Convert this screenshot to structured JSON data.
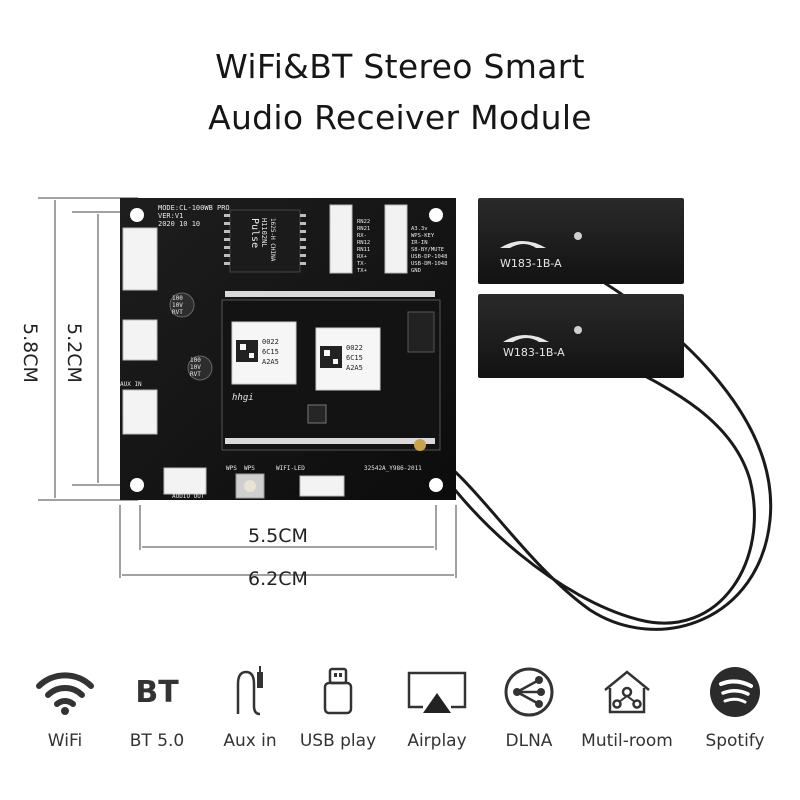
{
  "title": {
    "line1": "WiFi&BT Stereo Smart",
    "line2": "Audio Receiver Module"
  },
  "dimensions": {
    "outer_height": "5.8CM",
    "inner_height": "5.2CM",
    "inner_width": "5.5CM",
    "outer_width": "6.2CM"
  },
  "board": {
    "model": "MODE:CL-100WB PRO",
    "version": "VER:V1",
    "date": "2020 10 10",
    "transformer_brand": "Pulse",
    "transformer_part": "H1102NL",
    "transformer_origin": "1625-H CHINA",
    "cap_top": "100\n10V\nRVT",
    "cap_bottom": "100\n10V\nRVT",
    "pin_left": [
      "RN22",
      "RN21",
      "RX-",
      "RN12",
      "RN11",
      "RX+",
      "TX-",
      "TX+"
    ],
    "pin_right": [
      "A3.3v",
      "WPS-KEY",
      "IR-IN",
      "S8-BY/MUTE",
      "USB-DP-1048",
      "USB-DM-1048",
      "GND"
    ],
    "chip1": [
      "0022",
      "6C15",
      "A2A5"
    ],
    "chip2": [
      "0022",
      "6C15",
      "A2A5"
    ],
    "aux_in_label": "AUX IN",
    "audio_out_label": "AUDIO OUT",
    "wps_label": "WPS",
    "wps_label2": "WPS",
    "wifi_led_label": "WIFI-LED",
    "serial": "32542A_Y986-2011",
    "logo_text": "hhgi"
  },
  "antennas": [
    {
      "part": "W183-1B-A"
    },
    {
      "part": "W183-1B-A"
    }
  ],
  "features": [
    {
      "icon": "wifi-icon",
      "label": "WiFi"
    },
    {
      "icon": "bt-text-icon",
      "label": "BT 5.0",
      "glyph": "BT"
    },
    {
      "icon": "aux-cable-icon",
      "label": "Aux in"
    },
    {
      "icon": "usb-drive-icon",
      "label": "USB play"
    },
    {
      "icon": "airplay-icon",
      "label": "Airplay"
    },
    {
      "icon": "dlna-icon",
      "label": "DLNA"
    },
    {
      "icon": "multi-room-icon",
      "label": "Mutil-room"
    },
    {
      "icon": "spotify-icon",
      "label": "Spotify"
    }
  ]
}
